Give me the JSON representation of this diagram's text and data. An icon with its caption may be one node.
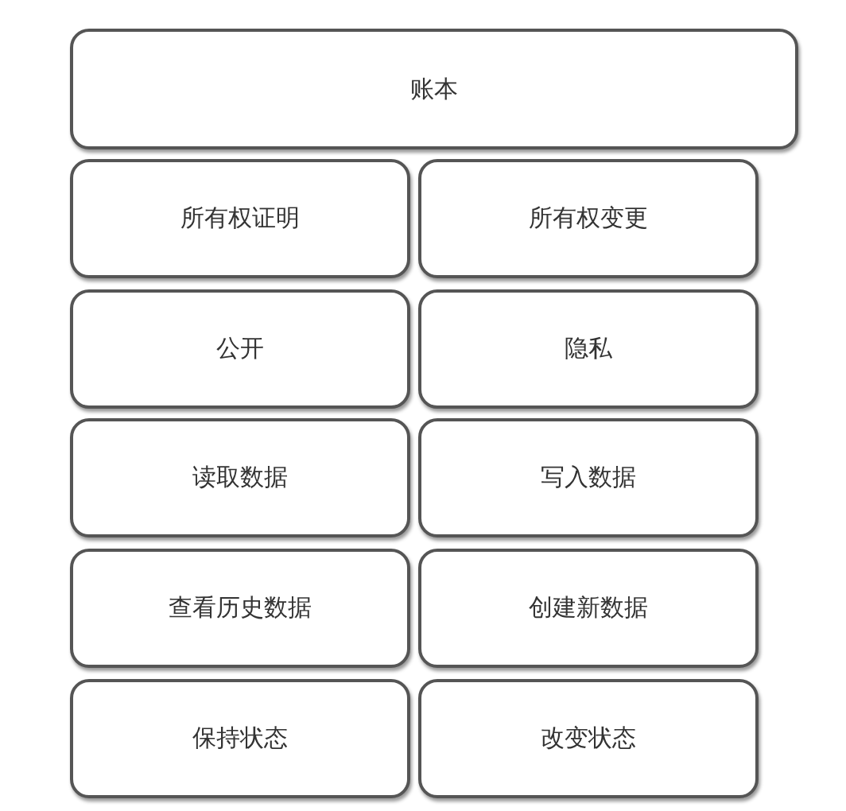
{
  "diagram": {
    "nodes": [
      {
        "text": [
          "账本"
        ]
      },
      {
        "text": [
          "所有权证明"
        ]
      },
      {
        "text": [
          "所有权变更"
        ]
      },
      {
        "text": [
          "公开"
        ]
      },
      {
        "text": [
          "隐私"
        ]
      },
      {
        "text": [
          "读取数据"
        ]
      },
      {
        "text": [
          "写入数据"
        ]
      },
      {
        "text": [
          "查看历史数据"
        ]
      },
      {
        "text": [
          "创建新数据"
        ]
      },
      {
        "text": [
          "保持状态"
        ]
      },
      {
        "text": [
          "改变状态"
        ]
      }
    ]
  }
}
